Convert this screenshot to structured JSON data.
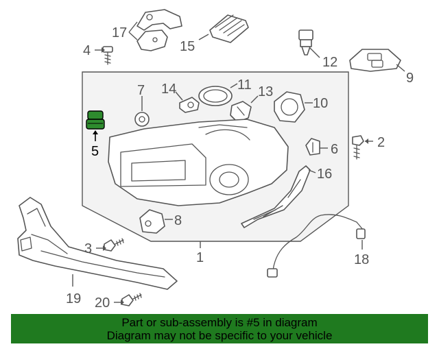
{
  "colors": {
    "banner_bg": "#1f7a1f",
    "highlight_part": "#2e8b2e",
    "line": "#555555",
    "housing_bg": "#f3f3f3"
  },
  "callouts": {
    "c1": "1",
    "c2": "2",
    "c3": "3",
    "c4": "4",
    "c5": "5",
    "c6": "6",
    "c7": "7",
    "c8": "8",
    "c9": "9",
    "c10": "10",
    "c11": "11",
    "c12": "12",
    "c13": "13",
    "c14": "14",
    "c15": "15",
    "c16": "16",
    "c17": "17",
    "c18": "18",
    "c19": "19",
    "c20": "20"
  },
  "highlighted_part": "5",
  "banner": {
    "line1": "Part or sub-assembly is #5 in diagram",
    "line2": "Diagram may not be specific to your vehicle"
  }
}
